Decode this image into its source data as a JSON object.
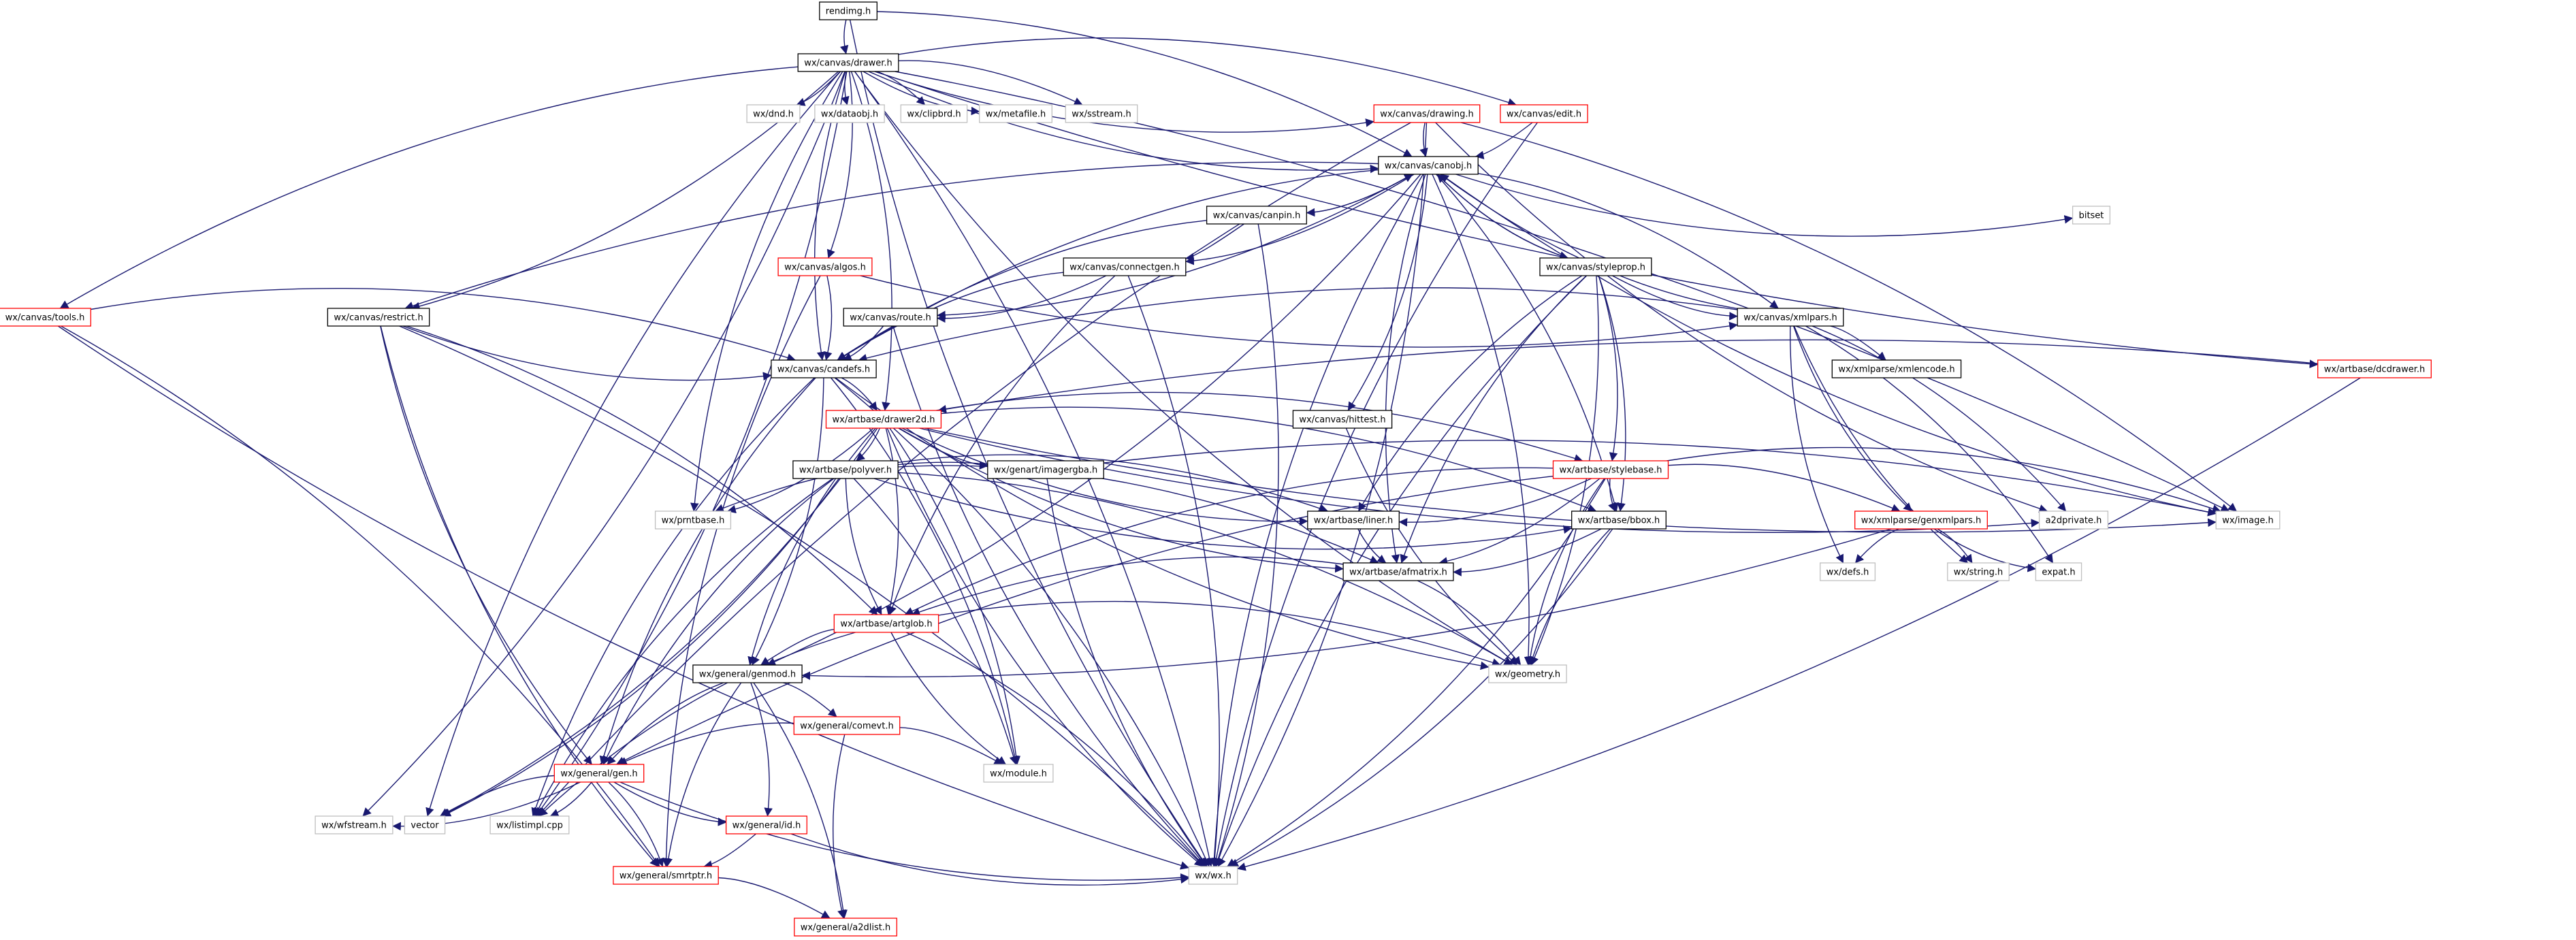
{
  "graph": {
    "colors": {
      "edge": "#191970",
      "border_documented": "#000000",
      "border_undocumented": "#bfbfbf",
      "border_truncated": "#ff0000",
      "root_fill": "#bfbfbf",
      "text": "#000000"
    },
    "nodes": [
      {
        "id": "rendimg",
        "label": "rendimg.h",
        "kind": "root"
      },
      {
        "id": "drawer",
        "label": "wx/canvas/drawer.h",
        "kind": "documented"
      },
      {
        "id": "dnd",
        "label": "wx/dnd.h",
        "kind": "undocumented"
      },
      {
        "id": "dataobj",
        "label": "wx/dataobj.h",
        "kind": "undocumented"
      },
      {
        "id": "clipbrd",
        "label": "wx/clipbrd.h",
        "kind": "undocumented"
      },
      {
        "id": "metafile",
        "label": "wx/metafile.h",
        "kind": "undocumented"
      },
      {
        "id": "sstream",
        "label": "wx/sstream.h",
        "kind": "undocumented"
      },
      {
        "id": "drawing",
        "label": "wx/canvas/drawing.h",
        "kind": "truncated"
      },
      {
        "id": "edit",
        "label": "wx/canvas/edit.h",
        "kind": "truncated"
      },
      {
        "id": "canobj",
        "label": "wx/canvas/canobj.h",
        "kind": "documented"
      },
      {
        "id": "canpin",
        "label": "wx/canvas/canpin.h",
        "kind": "documented"
      },
      {
        "id": "bitset",
        "label": "bitset",
        "kind": "undocumented"
      },
      {
        "id": "algos",
        "label": "wx/canvas/algos.h",
        "kind": "truncated"
      },
      {
        "id": "connectgen",
        "label": "wx/canvas/connectgen.h",
        "kind": "documented"
      },
      {
        "id": "styleprop",
        "label": "wx/canvas/styleprop.h",
        "kind": "documented"
      },
      {
        "id": "tools",
        "label": "wx/canvas/tools.h",
        "kind": "truncated"
      },
      {
        "id": "restrict",
        "label": "wx/canvas/restrict.h",
        "kind": "documented"
      },
      {
        "id": "route",
        "label": "wx/canvas/route.h",
        "kind": "documented"
      },
      {
        "id": "xmlpars",
        "label": "wx/canvas/xmlpars.h",
        "kind": "documented"
      },
      {
        "id": "candefs",
        "label": "wx/canvas/candefs.h",
        "kind": "documented"
      },
      {
        "id": "xmlencode",
        "label": "wx/xmlparse/xmlencode.h",
        "kind": "documented"
      },
      {
        "id": "dcdrawer",
        "label": "wx/artbase/dcdrawer.h",
        "kind": "truncated"
      },
      {
        "id": "hittest",
        "label": "wx/canvas/hittest.h",
        "kind": "documented"
      },
      {
        "id": "drawer2d",
        "label": "wx/artbase/drawer2d.h",
        "kind": "truncated"
      },
      {
        "id": "polyver",
        "label": "wx/artbase/polyver.h",
        "kind": "documented"
      },
      {
        "id": "imagergba",
        "label": "wx/genart/imagergba.h",
        "kind": "documented"
      },
      {
        "id": "stylebase",
        "label": "wx/artbase/stylebase.h",
        "kind": "truncated"
      },
      {
        "id": "prntbase",
        "label": "wx/prntbase.h",
        "kind": "undocumented"
      },
      {
        "id": "liner",
        "label": "wx/artbase/liner.h",
        "kind": "documented"
      },
      {
        "id": "bbox",
        "label": "wx/artbase/bbox.h",
        "kind": "documented"
      },
      {
        "id": "genxmlpars",
        "label": "wx/xmlparse/genxmlpars.h",
        "kind": "truncated"
      },
      {
        "id": "a2dprivate",
        "label": "a2dprivate.h",
        "kind": "undocumented"
      },
      {
        "id": "image",
        "label": "wx/image.h",
        "kind": "undocumented"
      },
      {
        "id": "afmatrix",
        "label": "wx/artbase/afmatrix.h",
        "kind": "documented"
      },
      {
        "id": "defs",
        "label": "wx/defs.h",
        "kind": "undocumented"
      },
      {
        "id": "string",
        "label": "wx/string.h",
        "kind": "undocumented"
      },
      {
        "id": "expat",
        "label": "expat.h",
        "kind": "undocumented"
      },
      {
        "id": "artglob",
        "label": "wx/artbase/artglob.h",
        "kind": "truncated"
      },
      {
        "id": "genmod",
        "label": "wx/general/genmod.h",
        "kind": "documented"
      },
      {
        "id": "geometry",
        "label": "wx/geometry.h",
        "kind": "undocumented"
      },
      {
        "id": "comevt",
        "label": "wx/general/comevt.h",
        "kind": "truncated"
      },
      {
        "id": "module",
        "label": "wx/module.h",
        "kind": "undocumented"
      },
      {
        "id": "gen",
        "label": "wx/general/gen.h",
        "kind": "truncated"
      },
      {
        "id": "wfstream",
        "label": "wx/wfstream.h",
        "kind": "undocumented"
      },
      {
        "id": "vector",
        "label": "vector",
        "kind": "undocumented"
      },
      {
        "id": "listimpl",
        "label": "wx/listimpl.cpp",
        "kind": "undocumented"
      },
      {
        "id": "id",
        "label": "wx/general/id.h",
        "kind": "truncated"
      },
      {
        "id": "wx",
        "label": "wx/wx.h",
        "kind": "undocumented"
      },
      {
        "id": "smrtptr",
        "label": "wx/general/smrtptr.h",
        "kind": "truncated"
      },
      {
        "id": "a2dlist",
        "label": "wx/general/a2dlist.h",
        "kind": "truncated"
      }
    ],
    "edges": [
      [
        "rendimg",
        "drawer"
      ],
      [
        "rendimg",
        "canobj"
      ],
      [
        "rendimg",
        "wx"
      ],
      [
        "drawer",
        "dnd"
      ],
      [
        "drawer",
        "dataobj"
      ],
      [
        "drawer",
        "clipbrd"
      ],
      [
        "drawer",
        "metafile"
      ],
      [
        "drawer",
        "sstream"
      ],
      [
        "drawer",
        "drawing"
      ],
      [
        "drawer",
        "edit"
      ],
      [
        "drawer",
        "canobj"
      ],
      [
        "drawer",
        "algos"
      ],
      [
        "drawer",
        "tools"
      ],
      [
        "drawer",
        "restrict"
      ],
      [
        "drawer",
        "candefs"
      ],
      [
        "drawer",
        "drawer2d"
      ],
      [
        "drawer",
        "dcdrawer"
      ],
      [
        "drawer",
        "image"
      ],
      [
        "drawer",
        "geometry"
      ],
      [
        "drawer",
        "wx"
      ],
      [
        "drawer",
        "prntbase"
      ],
      [
        "drawer",
        "wfstream"
      ],
      [
        "drawer",
        "vector"
      ],
      [
        "drawer",
        "listimpl"
      ],
      [
        "drawing",
        "canobj"
      ],
      [
        "drawing",
        "wx"
      ],
      [
        "drawing",
        "a2dprivate"
      ],
      [
        "drawing",
        "image"
      ],
      [
        "drawing",
        "listimpl"
      ],
      [
        "edit",
        "canobj"
      ],
      [
        "edit",
        "wx"
      ],
      [
        "canobj",
        "canpin"
      ],
      [
        "canobj",
        "bitset"
      ],
      [
        "canobj",
        "connectgen"
      ],
      [
        "canobj",
        "styleprop"
      ],
      [
        "canobj",
        "xmlpars"
      ],
      [
        "canobj",
        "restrict"
      ],
      [
        "canobj",
        "route"
      ],
      [
        "canobj",
        "candefs"
      ],
      [
        "canobj",
        "hittest"
      ],
      [
        "canobj",
        "afmatrix"
      ],
      [
        "canobj",
        "bbox"
      ],
      [
        "canobj",
        "image"
      ],
      [
        "canobj",
        "geometry"
      ],
      [
        "canobj",
        "wx"
      ],
      [
        "canobj",
        "genmod"
      ],
      [
        "canpin",
        "canobj"
      ],
      [
        "canpin",
        "connectgen"
      ],
      [
        "canpin",
        "candefs"
      ],
      [
        "canpin",
        "wx"
      ],
      [
        "algos",
        "xmlpars"
      ],
      [
        "algos",
        "candefs"
      ],
      [
        "algos",
        "smrtptr"
      ],
      [
        "connectgen",
        "route"
      ],
      [
        "connectgen",
        "candefs"
      ],
      [
        "connectgen",
        "wx"
      ],
      [
        "connectgen",
        "artglob"
      ],
      [
        "styleprop",
        "canobj"
      ],
      [
        "styleprop",
        "xmlpars"
      ],
      [
        "styleprop",
        "stylebase"
      ],
      [
        "styleprop",
        "liner"
      ],
      [
        "styleprop",
        "bbox"
      ],
      [
        "styleprop",
        "afmatrix"
      ],
      [
        "styleprop",
        "geometry"
      ],
      [
        "styleprop",
        "wx"
      ],
      [
        "tools",
        "candefs"
      ],
      [
        "tools",
        "wx"
      ],
      [
        "tools",
        "smrtptr"
      ],
      [
        "restrict",
        "candefs"
      ],
      [
        "restrict",
        "wx"
      ],
      [
        "restrict",
        "gen"
      ],
      [
        "restrict",
        "artglob"
      ],
      [
        "restrict",
        "smrtptr"
      ],
      [
        "route",
        "candefs"
      ],
      [
        "route",
        "wx"
      ],
      [
        "xmlpars",
        "canobj"
      ],
      [
        "xmlpars",
        "candefs"
      ],
      [
        "xmlpars",
        "xmlencode"
      ],
      [
        "xmlpars",
        "genxmlpars"
      ],
      [
        "xmlpars",
        "a2dprivate"
      ],
      [
        "xmlpars",
        "string"
      ],
      [
        "xmlpars",
        "expat"
      ],
      [
        "xmlpars",
        "defs"
      ],
      [
        "candefs",
        "drawer2d"
      ],
      [
        "candefs",
        "gen"
      ],
      [
        "candefs",
        "genmod"
      ],
      [
        "candefs",
        "geometry"
      ],
      [
        "candefs",
        "wx"
      ],
      [
        "candefs",
        "listimpl"
      ],
      [
        "candefs",
        "module"
      ],
      [
        "dcdrawer",
        "drawer2d"
      ],
      [
        "dcdrawer",
        "wx"
      ],
      [
        "hittest",
        "geometry"
      ],
      [
        "drawer2d",
        "polyver"
      ],
      [
        "drawer2d",
        "imagergba"
      ],
      [
        "drawer2d",
        "stylebase"
      ],
      [
        "drawer2d",
        "liner"
      ],
      [
        "drawer2d",
        "bbox"
      ],
      [
        "drawer2d",
        "afmatrix"
      ],
      [
        "drawer2d",
        "artglob"
      ],
      [
        "drawer2d",
        "genmod"
      ],
      [
        "drawer2d",
        "prntbase"
      ],
      [
        "drawer2d",
        "image"
      ],
      [
        "drawer2d",
        "vector"
      ],
      [
        "drawer2d",
        "wx"
      ],
      [
        "drawer2d",
        "module"
      ],
      [
        "drawer2d",
        "a2dprivate"
      ],
      [
        "polyver",
        "liner"
      ],
      [
        "polyver",
        "bbox"
      ],
      [
        "polyver",
        "afmatrix"
      ],
      [
        "polyver",
        "artglob"
      ],
      [
        "polyver",
        "geometry"
      ],
      [
        "polyver",
        "gen"
      ],
      [
        "polyver",
        "vector"
      ],
      [
        "polyver",
        "listimpl"
      ],
      [
        "polyver",
        "module"
      ],
      [
        "imagergba",
        "prntbase"
      ],
      [
        "imagergba",
        "image"
      ],
      [
        "imagergba",
        "wx"
      ],
      [
        "stylebase",
        "liner"
      ],
      [
        "stylebase",
        "bbox"
      ],
      [
        "stylebase",
        "afmatrix"
      ],
      [
        "stylebase",
        "artglob"
      ],
      [
        "stylebase",
        "genxmlpars"
      ],
      [
        "stylebase",
        "geometry"
      ],
      [
        "stylebase",
        "wx"
      ],
      [
        "stylebase",
        "gen"
      ],
      [
        "stylebase",
        "image"
      ],
      [
        "liner",
        "afmatrix"
      ],
      [
        "bbox",
        "afmatrix"
      ],
      [
        "bbox",
        "geometry"
      ],
      [
        "bbox",
        "wx"
      ],
      [
        "genxmlpars",
        "defs"
      ],
      [
        "genxmlpars",
        "string"
      ],
      [
        "genxmlpars",
        "expat"
      ],
      [
        "genxmlpars",
        "genmod"
      ],
      [
        "afmatrix",
        "artglob"
      ],
      [
        "afmatrix",
        "geometry"
      ],
      [
        "artglob",
        "genmod"
      ],
      [
        "artglob",
        "geometry"
      ],
      [
        "artglob",
        "module"
      ],
      [
        "artglob",
        "wx"
      ],
      [
        "artglob",
        "listimpl"
      ],
      [
        "genmod",
        "comevt"
      ],
      [
        "genmod",
        "gen"
      ],
      [
        "genmod",
        "id"
      ],
      [
        "genmod",
        "smrtptr"
      ],
      [
        "genmod",
        "a2dlist"
      ],
      [
        "comevt",
        "gen"
      ],
      [
        "comevt",
        "module"
      ],
      [
        "comevt",
        "a2dlist"
      ],
      [
        "gen",
        "wfstream"
      ],
      [
        "gen",
        "vector"
      ],
      [
        "gen",
        "listimpl"
      ],
      [
        "gen",
        "id"
      ],
      [
        "gen",
        "smrtptr"
      ],
      [
        "gen",
        "wx"
      ],
      [
        "id",
        "smrtptr"
      ],
      [
        "id",
        "wx"
      ],
      [
        "smrtptr",
        "a2dlist"
      ]
    ]
  }
}
